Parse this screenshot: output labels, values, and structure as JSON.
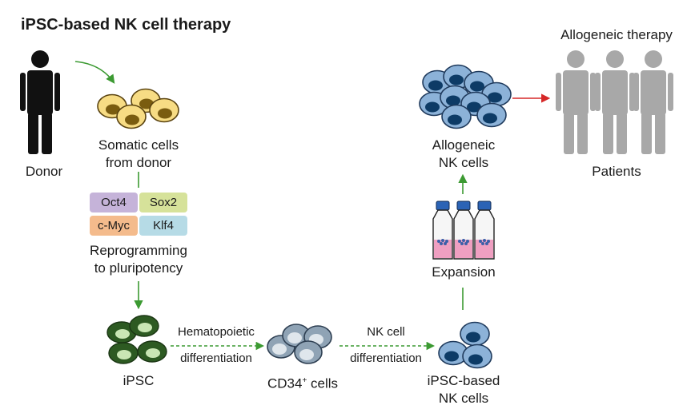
{
  "title": "iPSC-based NK cell therapy",
  "labels": {
    "donor": "Donor",
    "somatic_line1": "Somatic cells",
    "somatic_line2": "from donor",
    "reprogramming_line1": "Reprogramming",
    "reprogramming_line2": "to pluripotency",
    "ipsc": "iPSC",
    "hemato_line1": "Hematopoietic",
    "hemato_line2": "differentiation",
    "cd34_base": "CD34",
    "cd34_sup": "+",
    "cd34_suffix": " cells",
    "nkdiff_line1": "NK cell",
    "nkdiff_line2": "differentiation",
    "ipsc_nk_line1": "iPSC-based",
    "ipsc_nk_line2": "NK cells",
    "expansion": "Expansion",
    "allo_nk_line1": "Allogeneic",
    "allo_nk_line2": "NK cells",
    "allo_therapy": "Allogeneic therapy",
    "patients": "Patients"
  },
  "factors": [
    {
      "label": "Oct4",
      "color": "#c5b3d9"
    },
    {
      "label": "Sox2",
      "color": "#d6e29a"
    },
    {
      "label": "c-Myc",
      "color": "#f4bb8c"
    },
    {
      "label": "Klf4",
      "color": "#b6dbe6"
    }
  ],
  "colors": {
    "arrow_green": "#3c9a32",
    "arrow_red": "#d62828",
    "donor_figure": "#111111",
    "patient_figure": "#a8a8a8"
  }
}
